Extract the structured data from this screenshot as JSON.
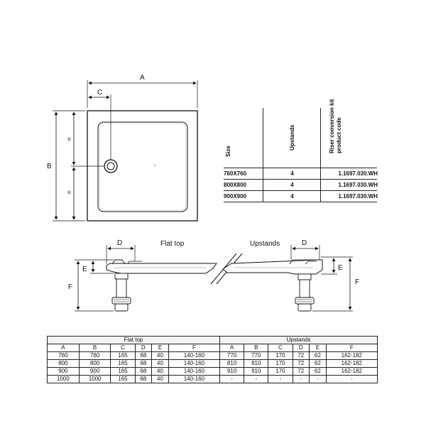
{
  "top_view": {
    "dim_a": "A",
    "dim_b": "B",
    "dim_c": "C",
    "equal_mark": "="
  },
  "side_view": {
    "flat_top_label": "Flat top",
    "upstands_label": "Upstands",
    "dim_d": "D",
    "dim_e": "E",
    "dim_f": "F"
  },
  "code_table": {
    "headers": [
      "Size",
      "Upstands",
      "Riser conversion kit product code"
    ],
    "rows": [
      [
        "760X760",
        "4",
        "1.1697.030.WH"
      ],
      [
        "800X800",
        "4",
        "1.1697.030.WH"
      ],
      [
        "900X900",
        "4",
        "1.1697.030.WH"
      ]
    ]
  },
  "spec_table": {
    "groups": [
      "Flat top",
      "Upstands"
    ],
    "columns": [
      "A",
      "B",
      "C",
      "D",
      "E",
      "F",
      "A",
      "B",
      "C",
      "D",
      "E",
      "F"
    ],
    "rows": [
      [
        "760",
        "760",
        "165",
        "68",
        "40",
        "140-160",
        "770",
        "770",
        "170",
        "72",
        "62",
        "162-182"
      ],
      [
        "800",
        "800",
        "165",
        "68",
        "40",
        "140-160",
        "810",
        "810",
        "170",
        "72",
        "62",
        "162-182"
      ],
      [
        "900",
        "900",
        "165",
        "68",
        "40",
        "140-160",
        "910",
        "910",
        "170",
        "72",
        "62",
        "162-182"
      ],
      [
        "1000",
        "1000",
        "165",
        "68",
        "40",
        "140-160",
        "-",
        "-",
        "-",
        "-",
        "-",
        "-"
      ]
    ]
  }
}
